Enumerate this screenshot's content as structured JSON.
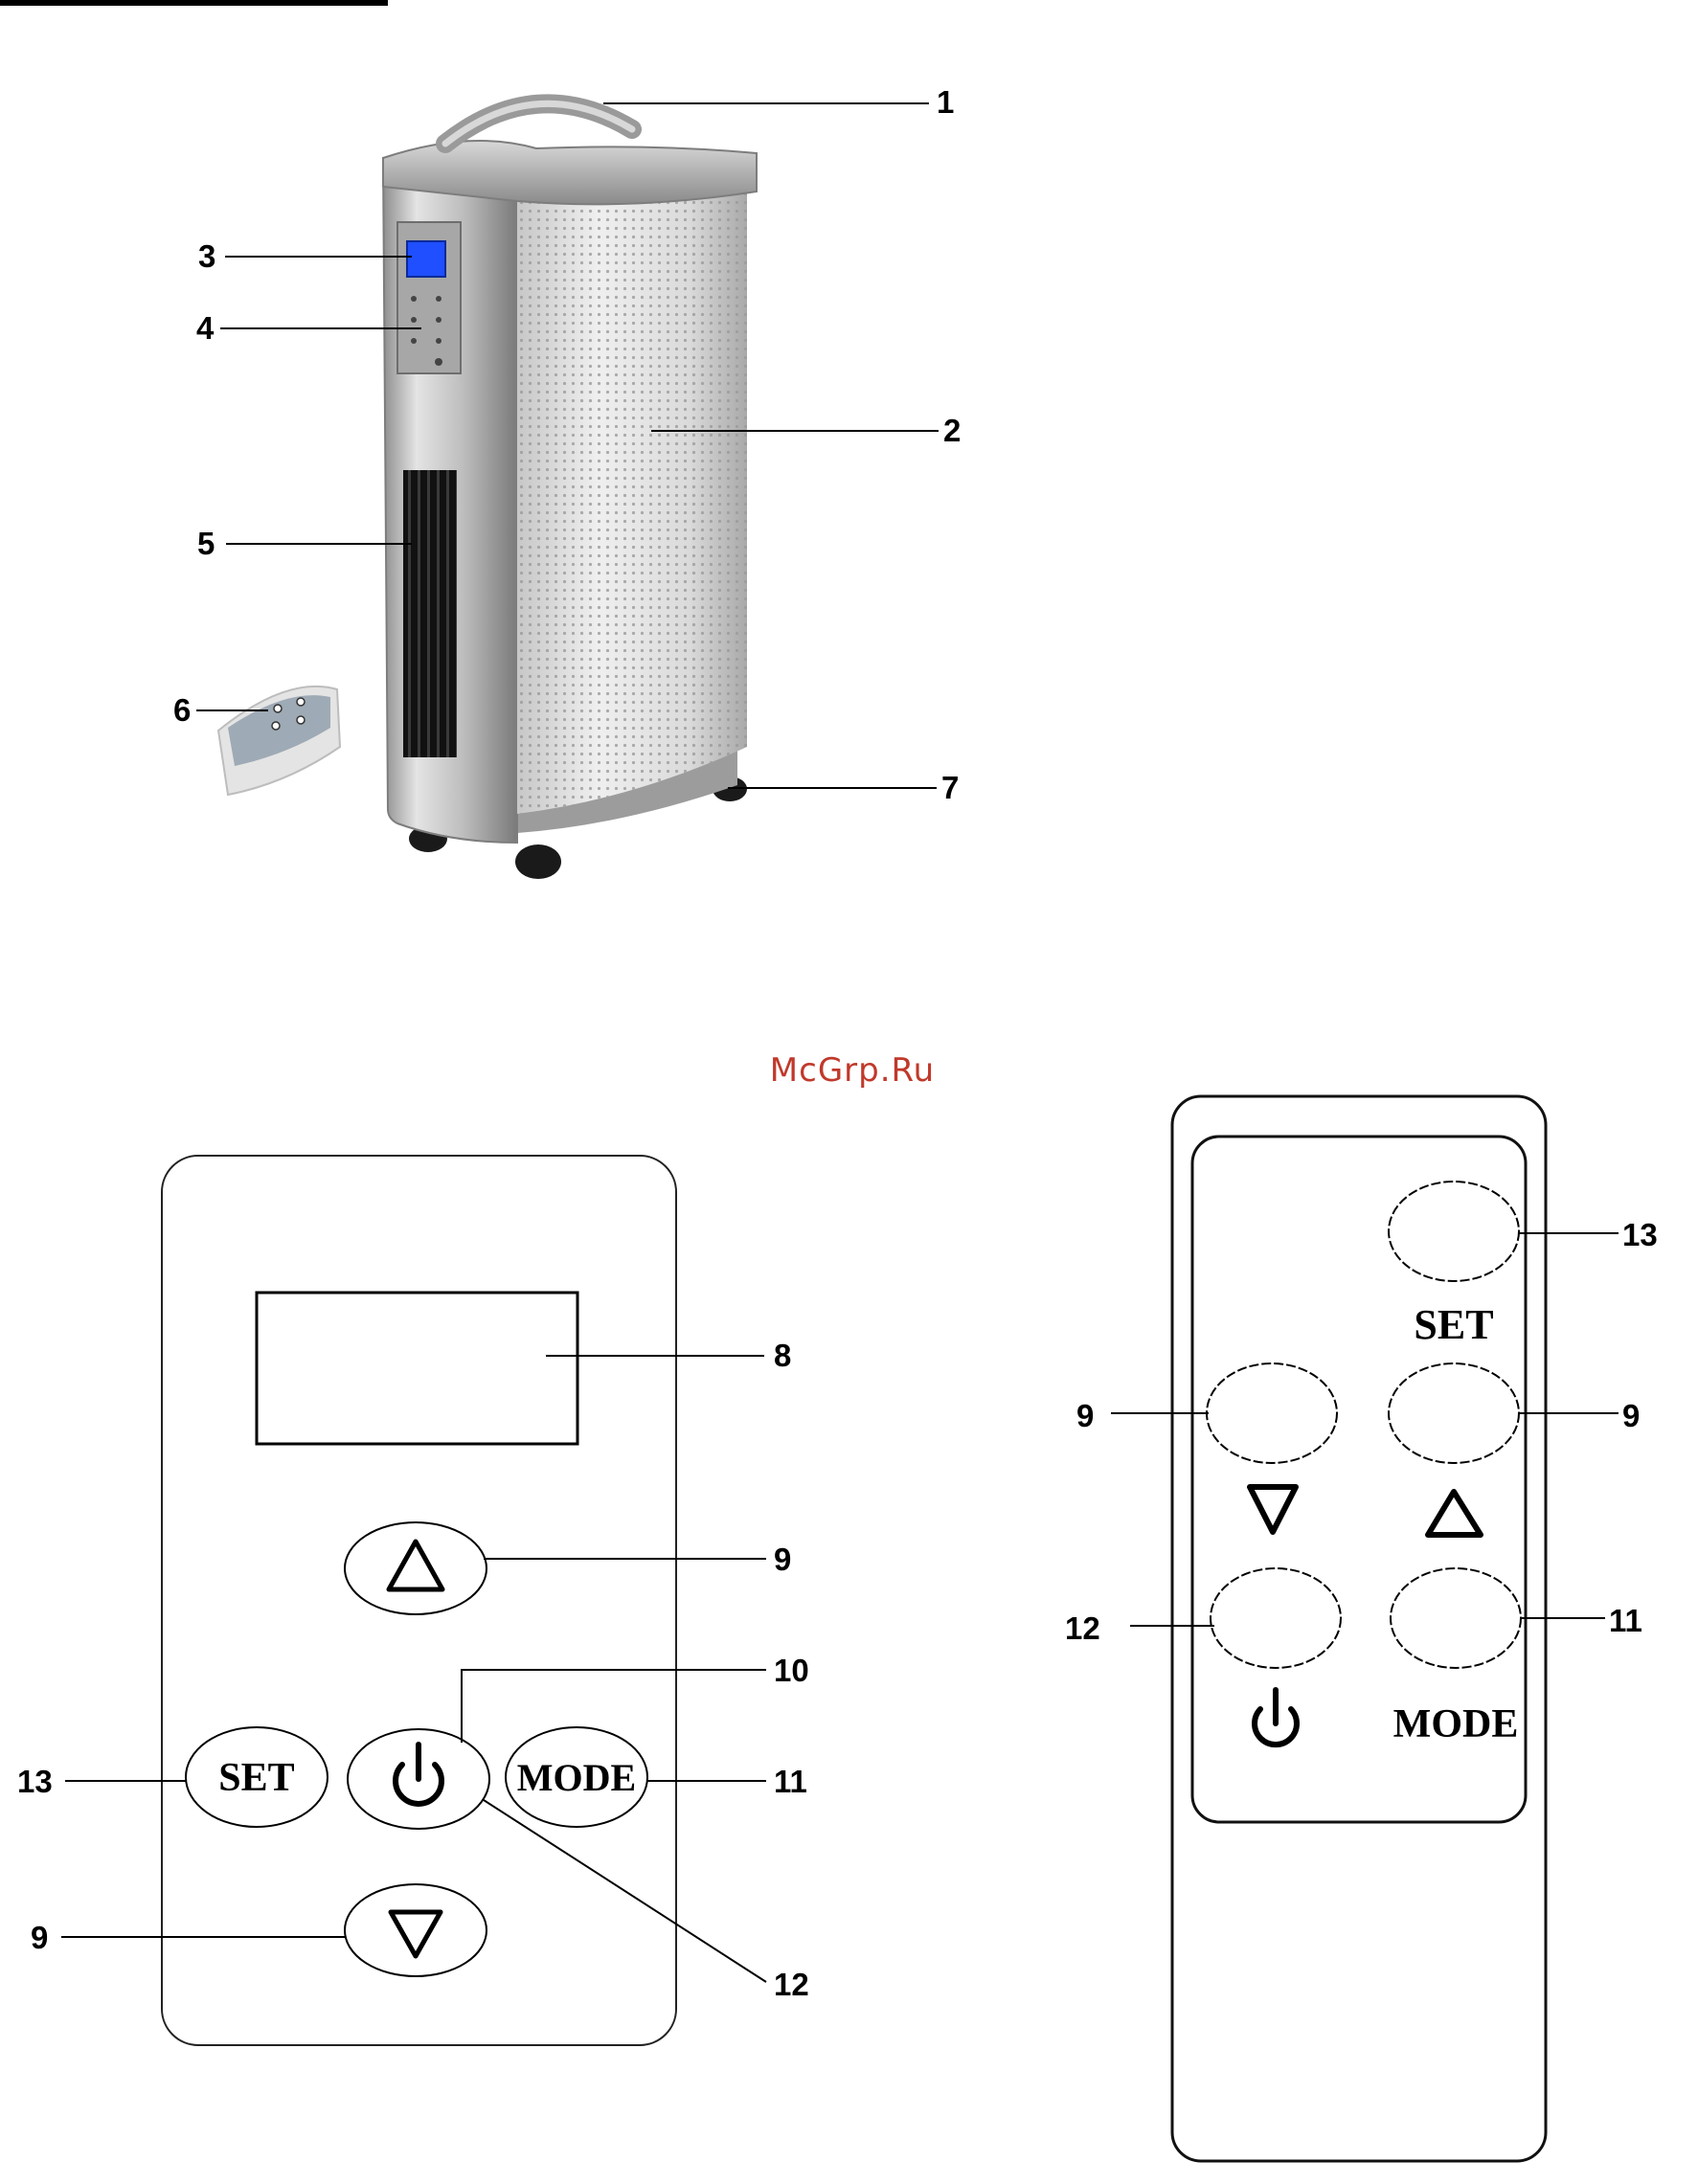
{
  "watermark": "McGrp.Ru",
  "heater_callouts": [
    "1",
    "2",
    "3",
    "4",
    "5",
    "6",
    "7"
  ],
  "panel": {
    "callouts": {
      "display": "8",
      "up": "9",
      "power_top": "10",
      "mode": "11",
      "power_bottom": "12",
      "set": "13",
      "down": "9"
    },
    "set_label": "SET",
    "mode_label": "MODE"
  },
  "remote": {
    "callouts": {
      "set": "13",
      "down": "9",
      "up": "9",
      "power": "12",
      "mode": "11"
    },
    "set_label": "SET",
    "mode_label": "MODE"
  },
  "icons": {
    "up": "triangle-up-icon",
    "down": "triangle-down-icon",
    "power": "power-icon"
  }
}
